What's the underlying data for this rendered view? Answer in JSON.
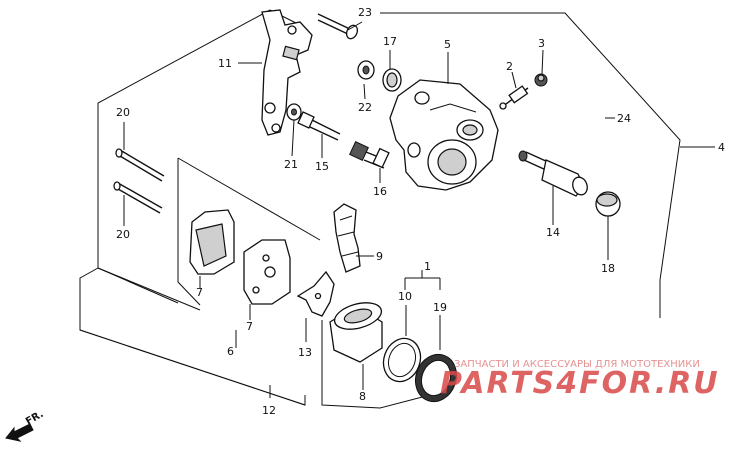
{
  "diagram": {
    "part_numbers": {
      "p1": "1",
      "p2": "2",
      "p3": "3",
      "p4": "4",
      "p5": "5",
      "p6": "6",
      "p7a": "7",
      "p7b": "7",
      "p8": "8",
      "p9": "9",
      "p10": "10",
      "p11": "11",
      "p12": "12",
      "p13": "13",
      "p14": "14",
      "p15": "15",
      "p16": "16",
      "p17": "17",
      "p18": "18",
      "p19": "19",
      "p20a": "20",
      "p20b": "20",
      "p21": "21",
      "p22": "22",
      "p23": "23",
      "p24": "24"
    },
    "front_indicator": "FR.",
    "watermark": {
      "tagline": "ЗАПЧАСТИ И АКСЕССУАРЫ ДЛЯ МОТОТЕХНИКИ",
      "brand": "PARTS4FOR.RU"
    },
    "colors": {
      "line": "#111111",
      "watermark": "#d94a4a"
    }
  }
}
